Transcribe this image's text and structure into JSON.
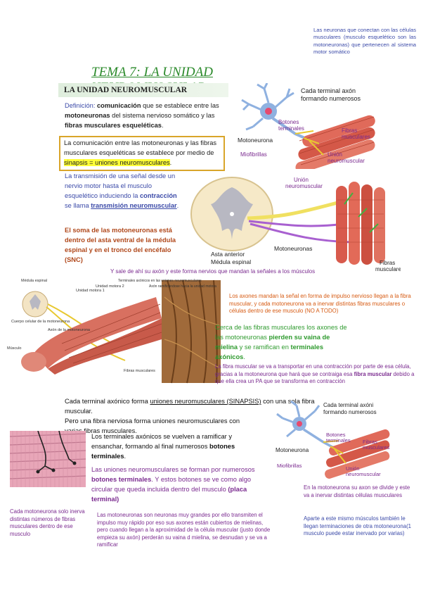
{
  "top_note": "Las neuronas que conectan con las células musculares (musculo esquelético son las motoneuronas) que pertenecen al sistema motor somático",
  "title": "TEMA 7: LA UNIDAD NEUROMUSCULAR",
  "section_header": "LA UNIDAD NEUROMUSCULAR",
  "definition": {
    "label": "Definición:",
    "term": "comunicación",
    "text1": " que se establece entre las ",
    "motoneuronas": "motoneuronas",
    "text2": " del sistema nervioso somático y las ",
    "fibras": "fibras musculares esqueléticas",
    "end": "."
  },
  "box": {
    "text": "La comunicación entre las motoneuronas y las fibras musculares esqueléticas se establece por medio de ",
    "highlight": "sinapsis = uniones neuromusculares",
    "end": "."
  },
  "transmission": {
    "p1": "La transmisión de una señal desde un nervio motor hasta el musculo esquelético induciendo la ",
    "p1b": "contracción",
    "p1c": " se llama ",
    "p1d": "transmisión neuromuscular",
    "p1e": "."
  },
  "soma_text": "El soma de las motoneuronas está dentro del asta ventral de la médula espinal y en el tronco del encéfalo (SNC)",
  "axon_caption": "Y sale de ahí su axón y este forma nervios que mandan la señales a los músculos",
  "fig1": {
    "title1": "Cada terminal axón",
    "title2": "formando numerosos",
    "botones": "Botones",
    "terminales": "terminales",
    "fibras": "Fibras",
    "musculares": "musculares",
    "motoneurona": "Motoneurona",
    "union": "Unión",
    "neuromuscular": "neuromuscular",
    "miofibrillas": "Miofibrillas"
  },
  "fig2": {
    "union": "Unión",
    "neuromuscular": "neuromuscular",
    "motoneuronas": "Motoneuronas",
    "asta1": "Asta anterior",
    "asta2": "Médula espinal",
    "fibras": "Fibras",
    "musculares": "musculares"
  },
  "fig3": {
    "medula": "Médula espinal",
    "unidad1": "Unidad motora 1",
    "unidad2": "Unidad motora 2",
    "terminales": "Terminales axónicos en las uniones neuromusculares",
    "axon_ramif": "Axón ramificándose hacia la unidad motora",
    "cuerpo": "Cuerpo celular de la motoneurona",
    "axon_mot": "Axón de la motoneurona",
    "musculo": "Músculo",
    "fibras": "Fibras musculares"
  },
  "right_notes": {
    "axones": "Los axones mandan la señal en forma de impulso nervioso llegan a la fibra muscular, y cada motoneurona va a inervar distintas fibras musculares o células dentro de ese musculo (NO A TODO)",
    "cerca1": "Cerca de las fibras musculares los axones de las motoneuronas ",
    "cerca2": "pierden su vaina de mielina",
    "cerca3": " y se ramifican en ",
    "cerca4": "terminales axónicos",
    "cerca5": ".",
    "fibra1": "La fibra muscular se va a transportar en una contracción por parte de esa célula, gracias a la motoneurona que hará que se contraiga esa ",
    "fibra2": "fibra muscular",
    "fibra3": " debido a que ella crea un PA que se transforma en contracción"
  },
  "cada_terminal": {
    "a": "Cada terminal axónico forma ",
    "b": "uniones neuromusculares (SINAPSIS)",
    "c": " con una sola fibra muscular.",
    "d": "Pero una fibra nerviosa forma uniones neuromusculares con varias fibras musculares."
  },
  "terminales_text": {
    "a": "Los terminales axónicos se vuelven a ramificar y ensanchar, formando al final numerosos ",
    "b": "botones terminales",
    "c": "."
  },
  "uniones_text": {
    "a": "Las uniones neuromusculares se forman por numerosos ",
    "b": "botones terminales",
    "c": ". Y estos botones se ve como algo circular que queda incluida dentro del musculo ",
    "d": "(placa terminal)"
  },
  "fig4": {
    "title1": "Cada terminal axóni",
    "title2": "formando numerosos",
    "botones": "Botones",
    "terminales": "terminales",
    "fibras": "Fibras",
    "musculares": "musculares",
    "motoneurona": "Motoneurona",
    "union": "Unión",
    "neuromuscular": "neuromuscular",
    "miofibrillas": "Miofibrillas"
  },
  "bottom": {
    "left": "Cada motoneurona solo inerva distintas números de fibras musculares dentro de ese musculo",
    "mid": "Las motoneuronas son neuronas muy grandes por ello transmiten el impulso muy rápido por eso sus axones están cubiertos de mielinas, pero cuando llegan a la aproximidad de la célula muscular (justo donde empieza su axón) perderán su vaina d mielina, se desnudan y se va a ramificar",
    "right1": "En la motoneurona su axon se divide y este va a inervar distintas células musculares",
    "right2": "Aparte a este mismo músculos también le llegan terminaciones de otra motoneurona(1 musculo puede estar inervado por varias)"
  }
}
